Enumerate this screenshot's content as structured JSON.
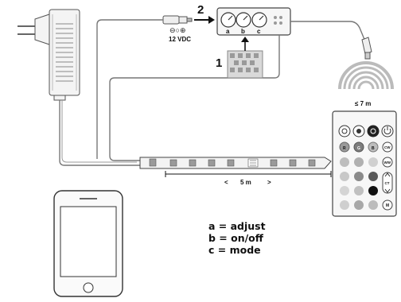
{
  "labels": {
    "voltage": "12 VDC",
    "voltage_symbols": "⊖○⊕",
    "step1": "1",
    "step2": "2",
    "knob_a": "a",
    "knob_b": "b",
    "knob_c": "c",
    "range": "≤ 7 m",
    "strip_length_left": "<",
    "strip_length": "5 m",
    "strip_length_right": ">"
  },
  "legend": [
    {
      "text": "a = adjust"
    },
    {
      "text": "b = on/off"
    },
    {
      "text": "c = mode"
    }
  ],
  "remote_labels": {
    "r": "R",
    "g": "G",
    "b": "B",
    "cw": "CW",
    "ww": "WW",
    "ct": "CT",
    "m": "M"
  }
}
